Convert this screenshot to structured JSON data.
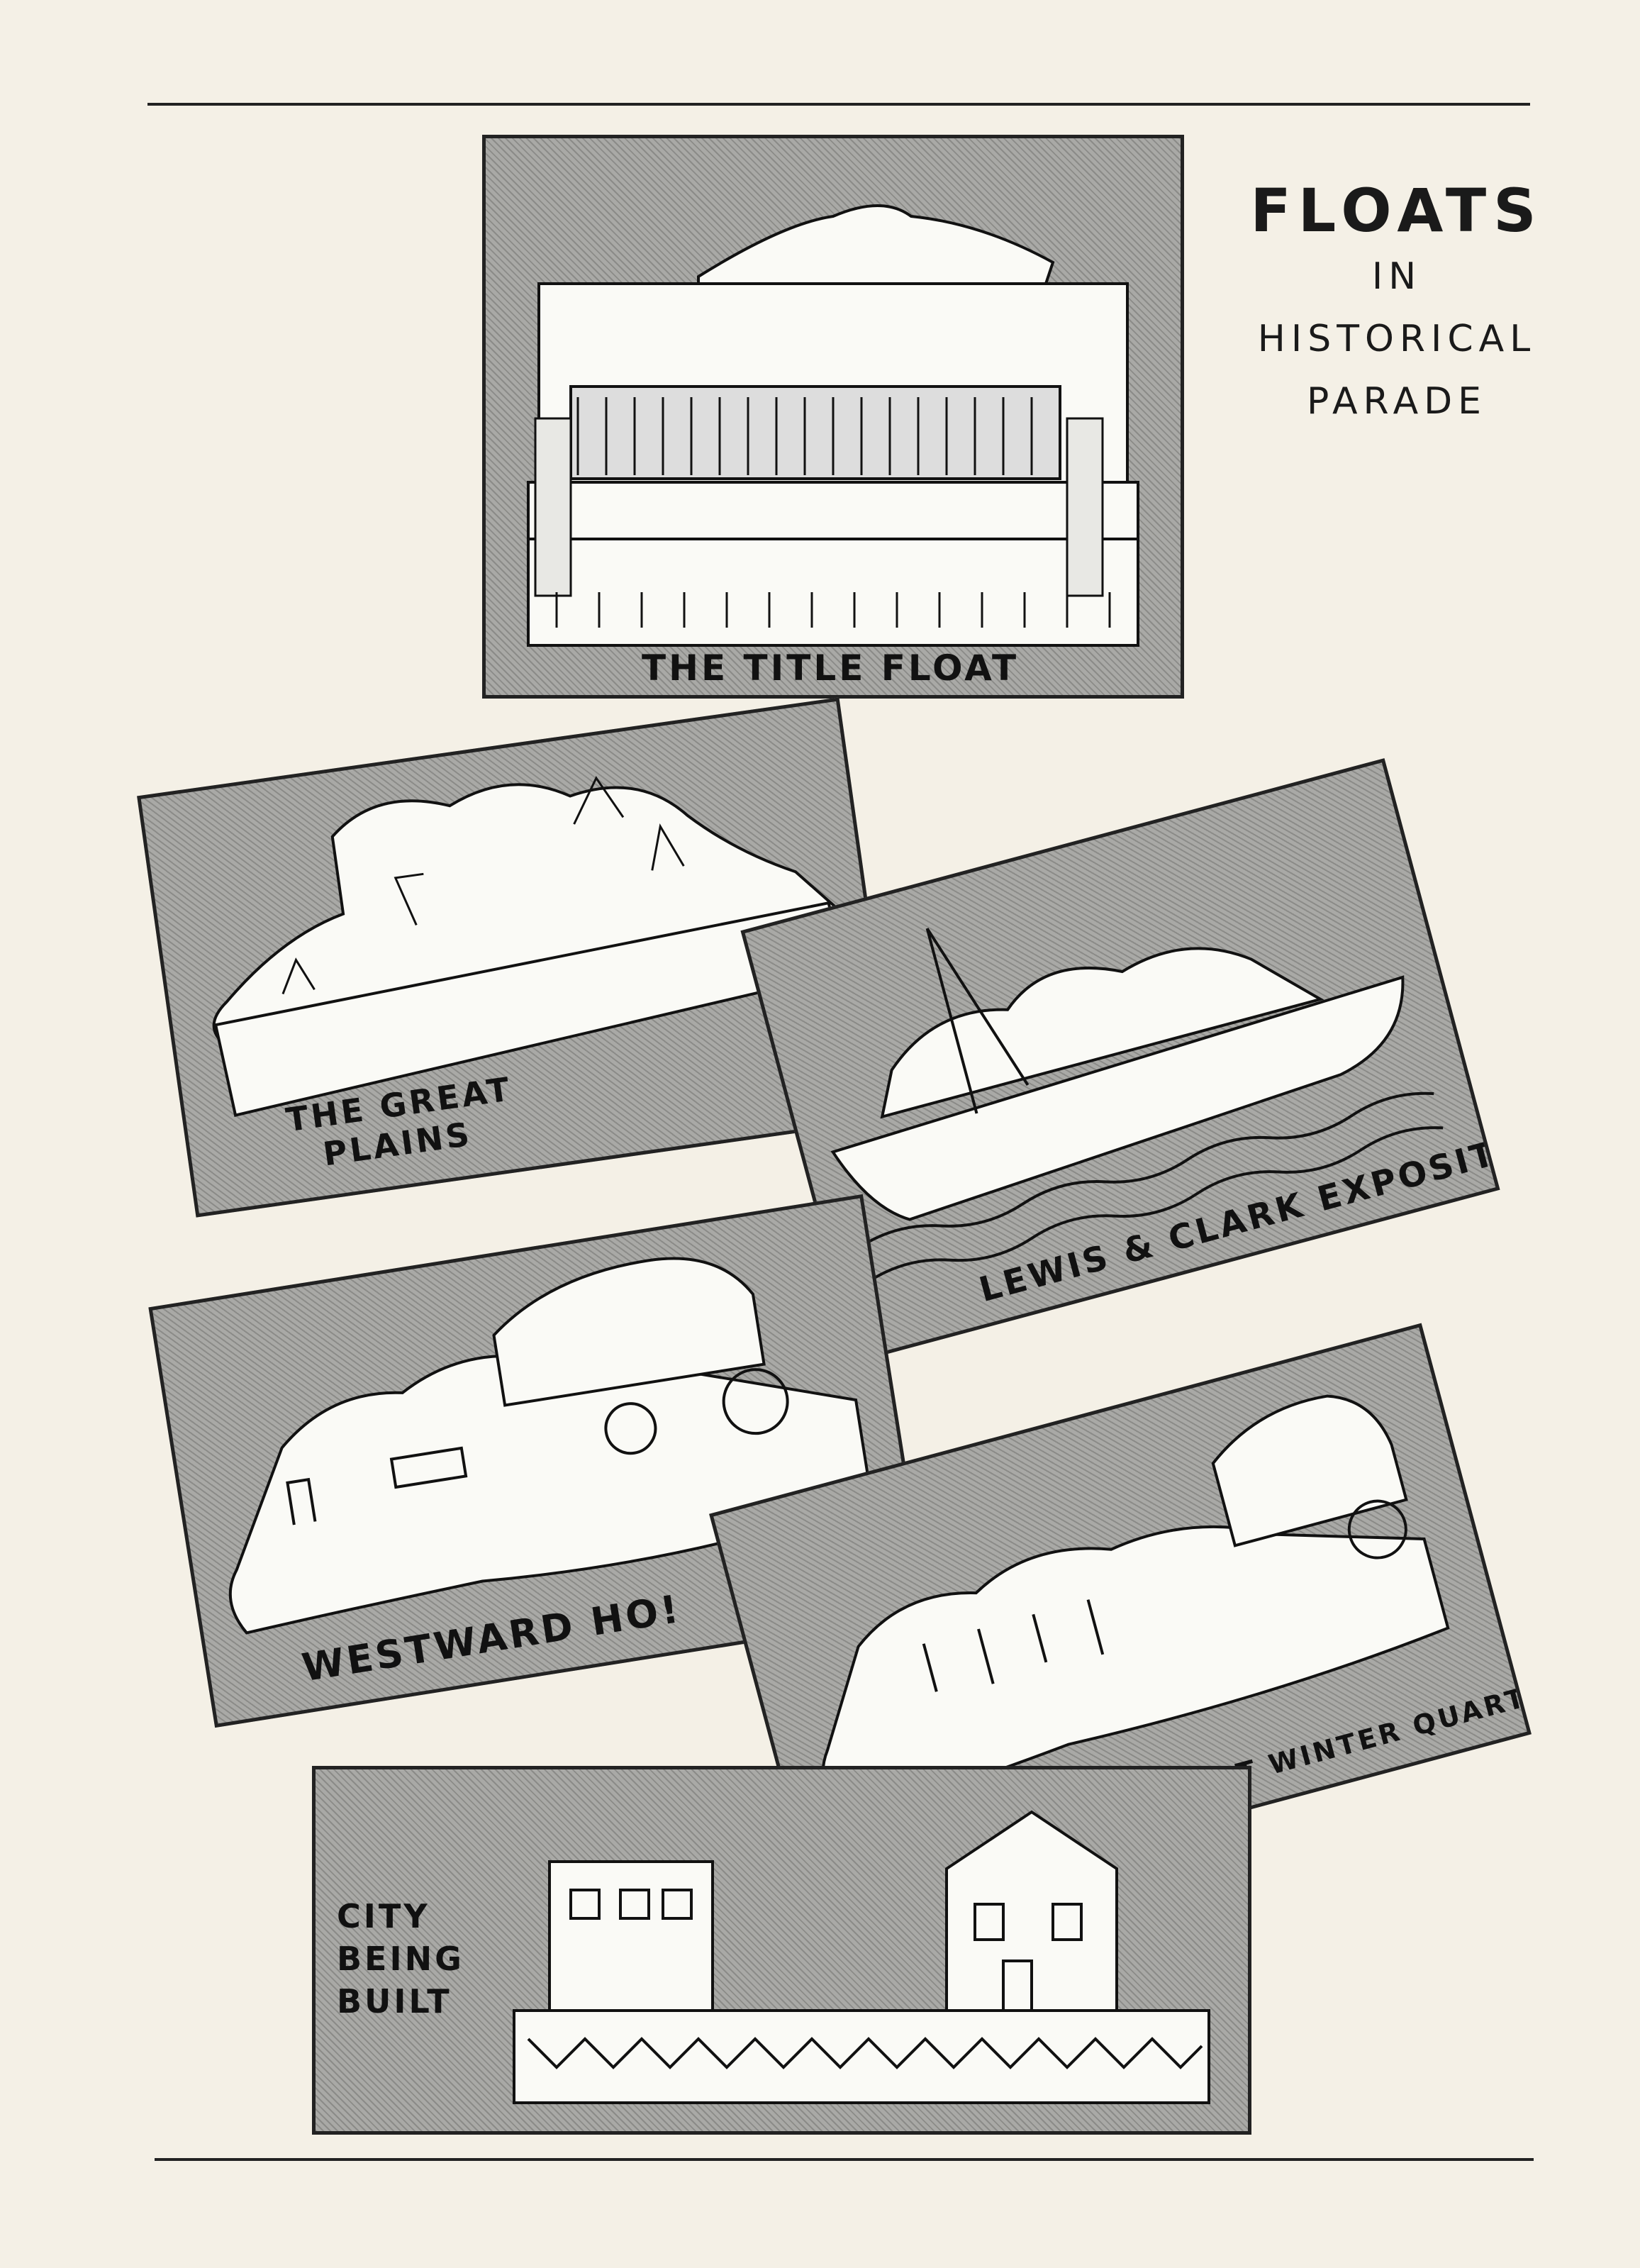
{
  "heading": {
    "line1": "FLOATS",
    "line2": "IN",
    "line3": "HISTORICAL",
    "line4": "PARADE"
  },
  "floats": {
    "title_float": "THE TITLE FLOAT",
    "great_plains_1": "THE GREAT",
    "great_plains_2": "PLAINS",
    "lewis_clark": "LEWIS & CLARK EXPOSITION",
    "westward_ho": "WESTWARD HO!",
    "mormans": "MORMANS ARRIVING AT WINTER QUARTERS",
    "city_1": "CITY",
    "city_2": "BEING",
    "city_3": "BUILT"
  }
}
